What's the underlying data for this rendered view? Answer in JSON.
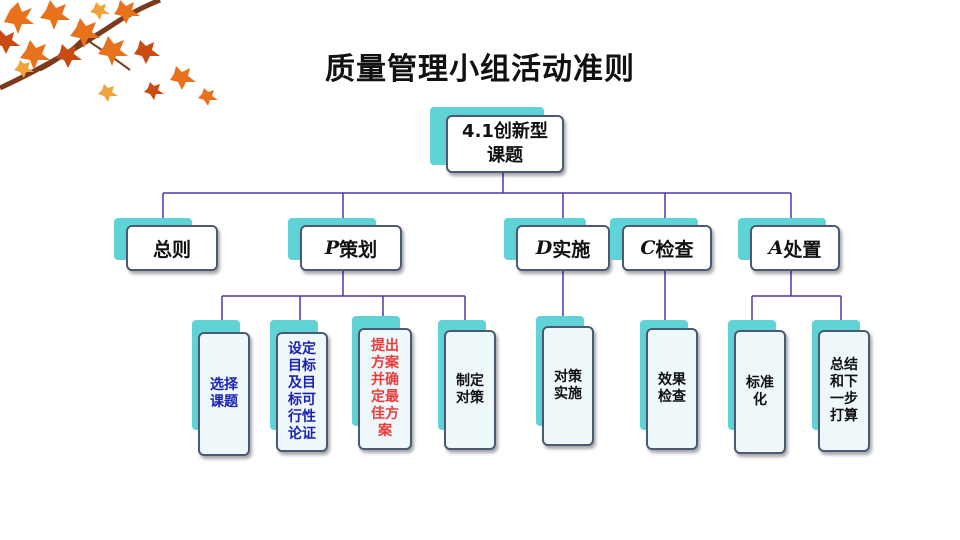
{
  "title": "质量管理小组活动准则",
  "root": "4.1创新型课题",
  "level2": {
    "general": "总则",
    "p_letter": "P",
    "p_text": "策划",
    "d_letter": "D",
    "d_text": "实施",
    "c_letter": "C",
    "c_text": "检查",
    "a_letter": "A",
    "a_text": "处置"
  },
  "level3": {
    "p_items": [
      "选择课题",
      "设定目标及目标可行性论证",
      "提出方案并确定最佳方案",
      "制定对策"
    ],
    "d_items": [
      "对策实施"
    ],
    "c_items": [
      "效果检查"
    ],
    "a_items": [
      "标准化",
      "总结和下一步打算"
    ]
  },
  "colors": {
    "connector": "#4a36b8",
    "shadow": "#5fd3d6",
    "border": "#4b5a74",
    "blue_text": "#1a22b4",
    "red_text": "#e0201f"
  }
}
